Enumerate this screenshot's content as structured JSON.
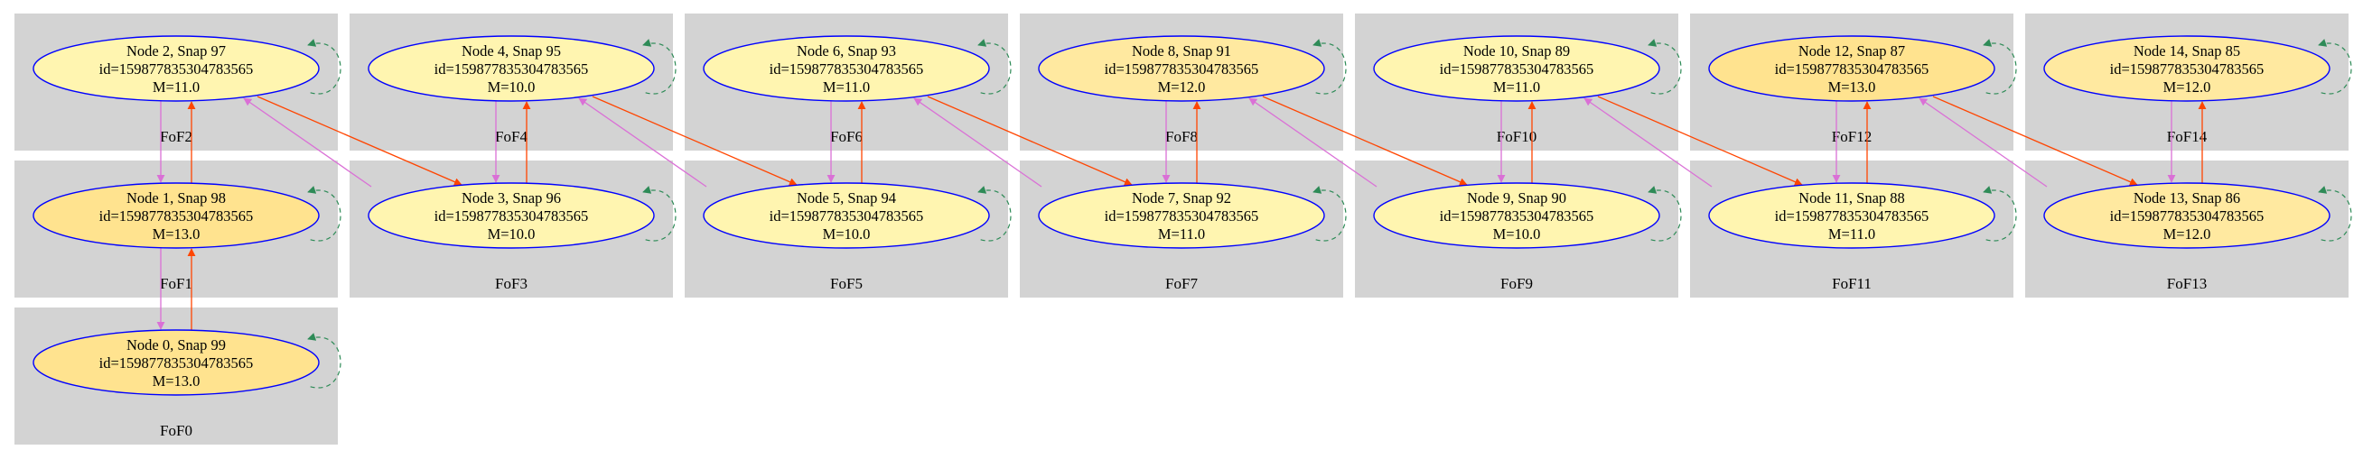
{
  "colors": {
    "cluster_bg": "#d3d3d3",
    "node_border": "#0000ff",
    "node_fill_light": "#fff5b0",
    "node_fill_dark": "#ffe38f",
    "edge_up": "#ff4500",
    "edge_down": "#da70d6",
    "self_loop": "#2e8b57"
  },
  "clusters": [
    {
      "id": "FoF0",
      "label": "FoF0"
    },
    {
      "id": "FoF1",
      "label": "FoF1"
    },
    {
      "id": "FoF2",
      "label": "FoF2"
    },
    {
      "id": "FoF3",
      "label": "FoF3"
    },
    {
      "id": "FoF4",
      "label": "FoF4"
    },
    {
      "id": "FoF5",
      "label": "FoF5"
    },
    {
      "id": "FoF6",
      "label": "FoF6"
    },
    {
      "id": "FoF7",
      "label": "FoF7"
    },
    {
      "id": "FoF8",
      "label": "FoF8"
    },
    {
      "id": "FoF9",
      "label": "FoF9"
    },
    {
      "id": "FoF10",
      "label": "FoF10"
    },
    {
      "id": "FoF11",
      "label": "FoF11"
    },
    {
      "id": "FoF12",
      "label": "FoF12"
    },
    {
      "id": "FoF13",
      "label": "FoF13"
    },
    {
      "id": "FoF14",
      "label": "FoF14"
    }
  ],
  "nodes": [
    {
      "id": "n0",
      "title": "Node 0, Snap 99",
      "id_text": "id=159877835304783565",
      "mass": "M=13.0",
      "shade": "dark"
    },
    {
      "id": "n1",
      "title": "Node 1, Snap 98",
      "id_text": "id=159877835304783565",
      "mass": "M=13.0",
      "shade": "dark"
    },
    {
      "id": "n2",
      "title": "Node 2, Snap 97",
      "id_text": "id=159877835304783565",
      "mass": "M=11.0",
      "shade": "light"
    },
    {
      "id": "n3",
      "title": "Node 3, Snap 96",
      "id_text": "id=159877835304783565",
      "mass": "M=10.0",
      "shade": "light"
    },
    {
      "id": "n4",
      "title": "Node 4, Snap 95",
      "id_text": "id=159877835304783565",
      "mass": "M=10.0",
      "shade": "light"
    },
    {
      "id": "n5",
      "title": "Node 5, Snap 94",
      "id_text": "id=159877835304783565",
      "mass": "M=10.0",
      "shade": "light"
    },
    {
      "id": "n6",
      "title": "Node 6, Snap 93",
      "id_text": "id=159877835304783565",
      "mass": "M=11.0",
      "shade": "light"
    },
    {
      "id": "n7",
      "title": "Node 7, Snap 92",
      "id_text": "id=159877835304783565",
      "mass": "M=11.0",
      "shade": "light"
    },
    {
      "id": "n8",
      "title": "Node 8, Snap 91",
      "id_text": "id=159877835304783565",
      "mass": "M=12.0",
      "shade": "mid"
    },
    {
      "id": "n9",
      "title": "Node 9, Snap 90",
      "id_text": "id=159877835304783565",
      "mass": "M=10.0",
      "shade": "light"
    },
    {
      "id": "n10",
      "title": "Node 10, Snap 89",
      "id_text": "id=159877835304783565",
      "mass": "M=11.0",
      "shade": "light"
    },
    {
      "id": "n11",
      "title": "Node 11, Snap 88",
      "id_text": "id=159877835304783565",
      "mass": "M=11.0",
      "shade": "light"
    },
    {
      "id": "n12",
      "title": "Node 12, Snap 87",
      "id_text": "id=159877835304783565",
      "mass": "M=13.0",
      "shade": "dark"
    },
    {
      "id": "n13",
      "title": "Node 13, Snap 86",
      "id_text": "id=159877835304783565",
      "mass": "M=12.0",
      "shade": "mid"
    },
    {
      "id": "n14",
      "title": "Node 14, Snap 85",
      "id_text": "id=159877835304783565",
      "mass": "M=12.0",
      "shade": "mid"
    }
  ],
  "edges": [
    {
      "from": "n0",
      "to": "n1"
    },
    {
      "from": "n1",
      "to": "n2"
    },
    {
      "from": "n2",
      "to": "n3"
    },
    {
      "from": "n3",
      "to": "n4"
    },
    {
      "from": "n4",
      "to": "n5"
    },
    {
      "from": "n5",
      "to": "n6"
    },
    {
      "from": "n6",
      "to": "n7"
    },
    {
      "from": "n7",
      "to": "n8"
    },
    {
      "from": "n8",
      "to": "n9"
    },
    {
      "from": "n9",
      "to": "n10"
    },
    {
      "from": "n10",
      "to": "n11"
    },
    {
      "from": "n11",
      "to": "n12"
    },
    {
      "from": "n12",
      "to": "n13"
    },
    {
      "from": "n13",
      "to": "n14"
    }
  ]
}
